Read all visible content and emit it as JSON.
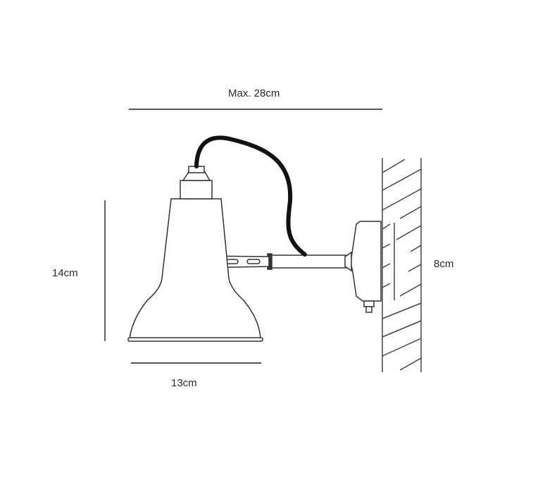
{
  "diagram": {
    "subject": "wall-mounted lamp dimension drawing",
    "dimensions": {
      "max_width": "Max. 28cm",
      "height": "14cm",
      "shade_width": "13cm",
      "backplate_height": "8cm"
    },
    "colors": {
      "line": "#3a3a3a",
      "dimension_line": "#555555",
      "cable": "#111111",
      "background": "#ffffff"
    }
  }
}
